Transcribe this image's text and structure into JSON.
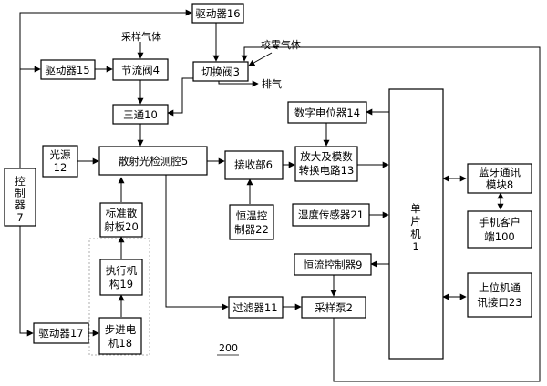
{
  "diagram": {
    "figure_number": "200",
    "blocks": {
      "driver16": "驱动器16",
      "driver15": "驱动器15",
      "throttle4": "节流阀4",
      "switch3": "切换阀3",
      "tee10": "三通10",
      "light12_l1": "光源",
      "light12_l2": "12",
      "chamber5": "散射光检测腔5",
      "receiver6": "接收部6",
      "amp13_l1": "放大及模数",
      "amp13_l2": "转换电路13",
      "digipot14": "数字电位器14",
      "bt8_l1": "蓝牙通讯",
      "bt8_l2": "模块8",
      "ctrl7_c1": "控",
      "ctrl7_c2": "制",
      "ctrl7_c3": "器",
      "ctrl7_c4": "7",
      "plate20_l1": "标准散",
      "plate20_l2": "射板20",
      "tempctrl22_l1": "恒温控",
      "tempctrl22_l2": "制器22",
      "humidity21": "湿度传感器21",
      "mcu1_c1": "单",
      "mcu1_c2": "片",
      "mcu1_c3": "机",
      "mcu1_c4": "1",
      "phone100_l1": "手机客户",
      "phone100_l2": "端100",
      "actuator19_l1": "执行机",
      "actuator19_l2": "构19",
      "cc9": "恒流控制器9",
      "filter11": "过滤器11",
      "pump2": "采样泵2",
      "pc23_l1": "上位机通",
      "pc23_l2": "讯接口23",
      "driver17": "驱动器17",
      "motor18_l1": "步进电",
      "motor18_l2": "机18"
    },
    "labels": {
      "sample_gas": "采样气体",
      "zero_gas": "校零气体",
      "exhaust": "排气"
    }
  }
}
